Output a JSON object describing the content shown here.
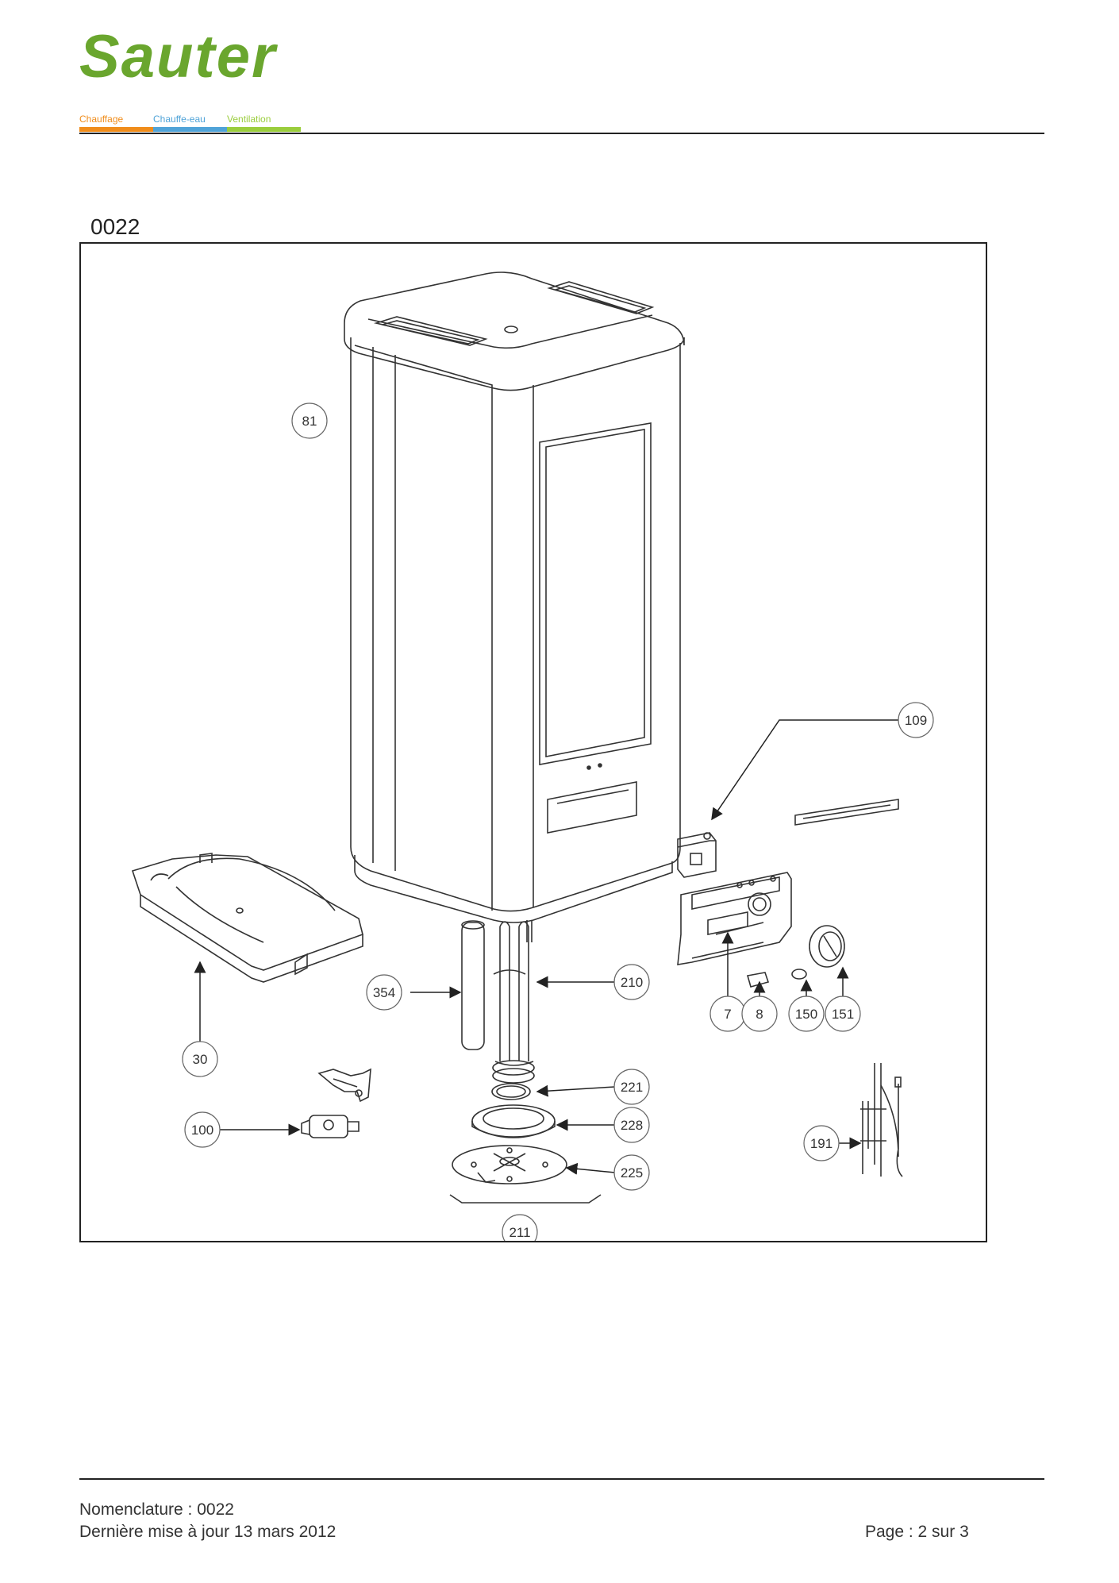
{
  "header": {
    "logo_text": "Sauter",
    "tabs": [
      {
        "label": "Chauffage",
        "color": "#f08c1a"
      },
      {
        "label": "Chauffe-eau",
        "color": "#4fa3d8"
      },
      {
        "label": "Ventilation",
        "color": "#9acd3c"
      }
    ],
    "brand_color": "#6aa62e"
  },
  "diagram": {
    "code": "0022",
    "callouts": [
      "81",
      "109",
      "30",
      "354",
      "210",
      "7",
      "8",
      "150",
      "151",
      "221",
      "228",
      "225",
      "211",
      "100",
      "191"
    ]
  },
  "footer": {
    "nomenclature": "Nomenclature : 0022",
    "updated": "Dernière mise à jour 13 mars 2012",
    "page": "Page : 2 sur 3"
  }
}
